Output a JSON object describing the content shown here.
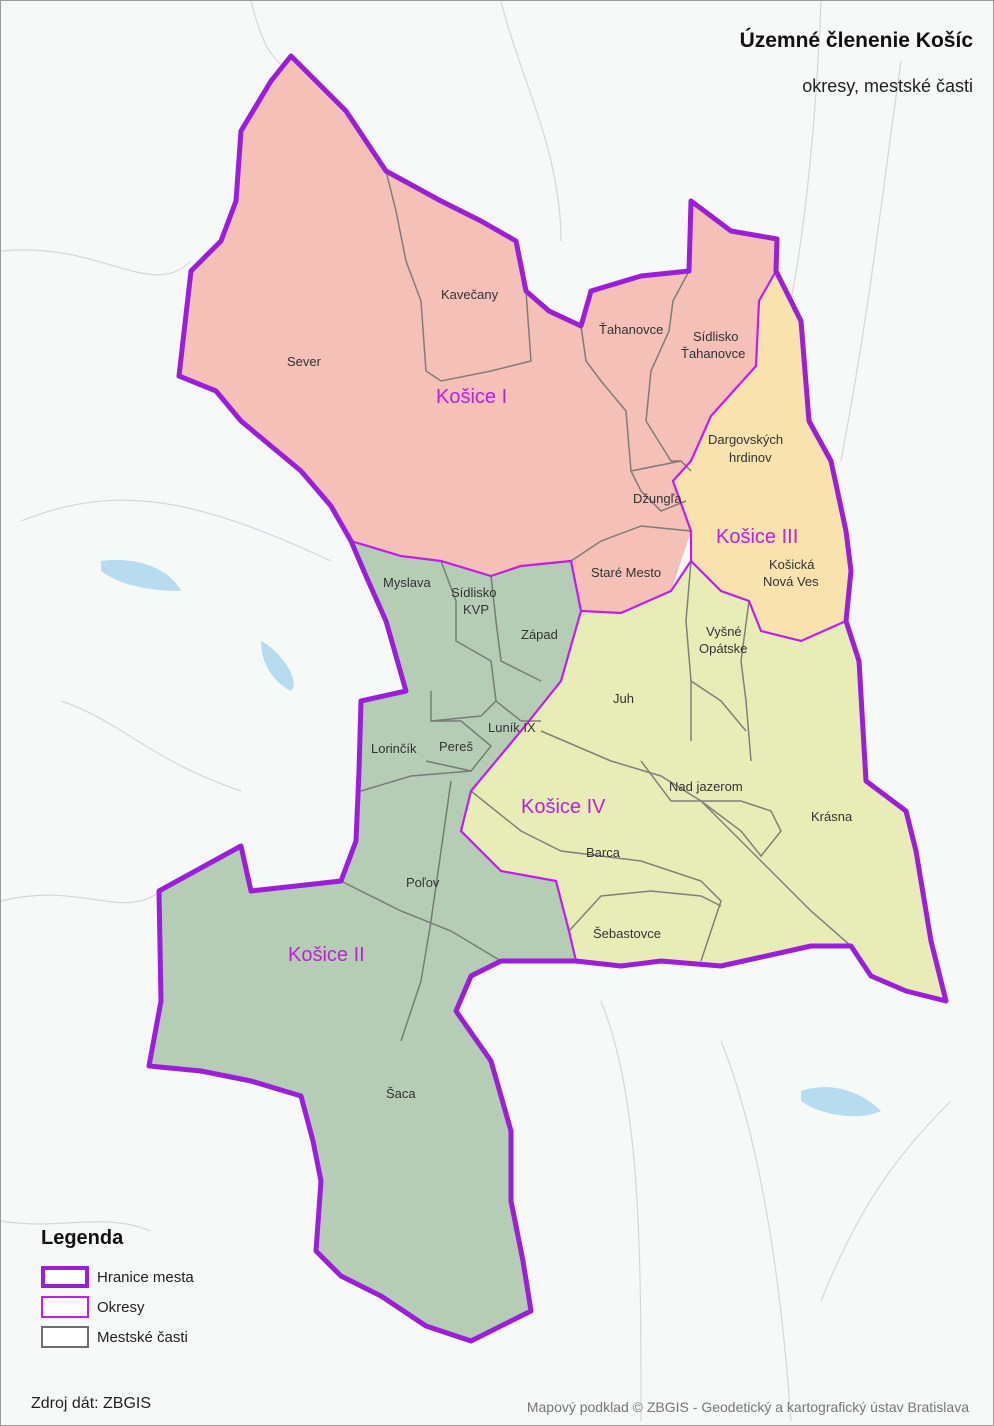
{
  "title": "Územné členenie Košíc",
  "subtitle": "okresy, mestské časti",
  "legend": {
    "title": "Legenda",
    "items": [
      {
        "label": "Hranice mesta",
        "color": "#9b1fd6"
      },
      {
        "label": "Okresy",
        "color": "#c21ee6"
      },
      {
        "label": "Mestské časti",
        "color": "#6e6e6e"
      }
    ]
  },
  "source": "Zdroj dát: ZBGIS",
  "credit": "Mapový podklad © ZBGIS - Geodetický a kartografický ústav Bratislava",
  "districts": [
    {
      "name": "Košice I",
      "color": "#f4b6ac"
    },
    {
      "name": "Košice II",
      "color": "#a8c5a8"
    },
    {
      "name": "Košice III",
      "color": "#f7dfa5"
    },
    {
      "name": "Košice IV",
      "color": "#e6ebb0"
    }
  ],
  "parts": [
    "Kavečany",
    "Sever",
    "Ťahanovce",
    "Sídlisko Ťahanovce",
    "Dargovských hrdinov",
    "Džungľa",
    "Košická Nová Ves",
    "Staré Mesto",
    "Myslava",
    "Sídlisko KVP",
    "Západ",
    "Vyšné Opátske",
    "Juh",
    "Luník IX",
    "Lorinčík",
    "Pereš",
    "Nad jazerom",
    "Krásna",
    "Barca",
    "Poľov",
    "Šebastovce",
    "Šaca"
  ],
  "part_lines": {
    "tahanovce_sidlisko": [
      "Sídlisko",
      "Ťahanovce"
    ],
    "dargovskych": [
      "Dargovských",
      "hrdinov"
    ],
    "kosicka_nova_ves": [
      "Košická",
      "Nová Ves"
    ],
    "sidlisko_kvp": [
      "Sídlisko",
      "KVP"
    ],
    "vysne_opatske": [
      "Vyšné",
      "Opátske"
    ]
  }
}
